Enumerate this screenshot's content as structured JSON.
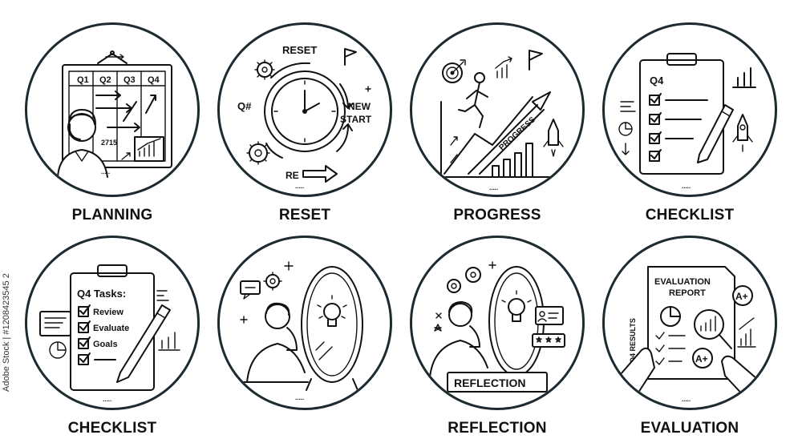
{
  "side_id": "Adobe Stock | #1208423545 2",
  "badges": [
    {
      "caption": "PLANNING",
      "labels": {
        "q1": "Q1",
        "q2": "Q2",
        "q3": "Q3",
        "q4": "Q4",
        "note": "2715"
      }
    },
    {
      "caption": "RESET",
      "labels": {
        "top": "RESET",
        "left": "Q#",
        "new": "NEW",
        "start": "START",
        "bottom": "RE"
      }
    },
    {
      "caption": "PROGRESS",
      "labels": {
        "arrow": "PROGRESS"
      }
    },
    {
      "caption": "CHECKLIST",
      "labels": {
        "q4": "Q4"
      }
    },
    {
      "caption": "CHECKLIST",
      "labels": {
        "title": "Q4 Tasks:",
        "item1": "Review",
        "item2": "Evaluate",
        "item3": "Goals"
      }
    },
    {
      "caption": "",
      "labels": {}
    },
    {
      "caption": "REFLECTION",
      "labels": {
        "inner": "REFLECTION"
      }
    },
    {
      "caption": "EVALUATION",
      "labels": {
        "line1": "EVALUATION",
        "line2": "REPORT",
        "grade1": "A+",
        "grade2": "A+",
        "side": "Q4 RESULTS"
      }
    }
  ]
}
